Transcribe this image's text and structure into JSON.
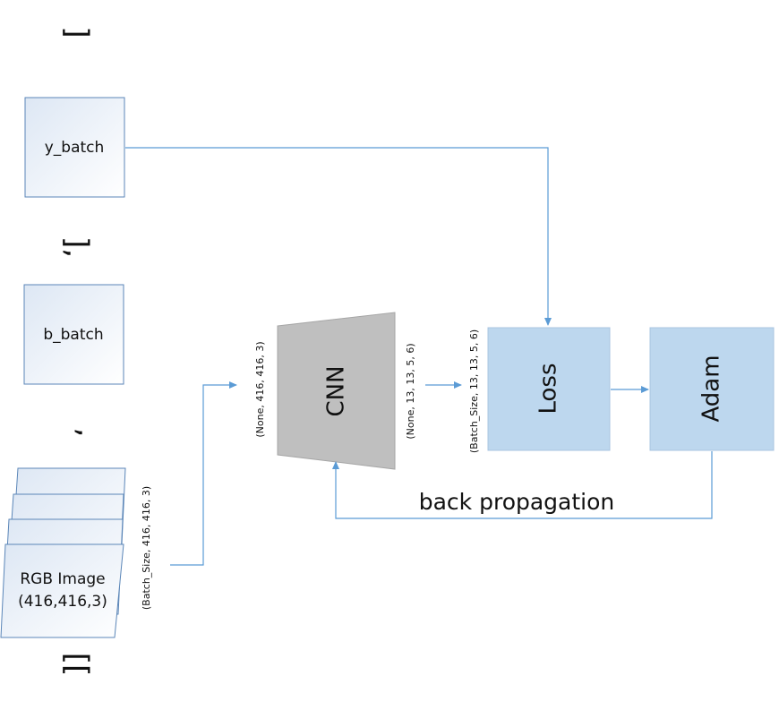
{
  "boxes": {
    "y_batch": "y_batch",
    "b_batch": "b_batch",
    "rgb_line1": "RGB Image",
    "rgb_line2": "(416,416,3)",
    "cnn": "CNN",
    "loss": "Loss",
    "adam": "Adam"
  },
  "shapes": {
    "input_shape_batch": "(Batch_Size, 416, 416, 3)",
    "cnn_input_shape": "(None, 416, 416, 3)",
    "cnn_output_shape": "(None, 13, 13, 5, 6)",
    "loss_input_shape": "(Batch_Size, 13, 13, 5, 6)"
  },
  "edges": {
    "backprop_label": "back propagation"
  },
  "brackets": {
    "top": "]",
    "after_y": "],",
    "after_b": ",",
    "bottom": "[["
  },
  "colors": {
    "box_fill_light": "#dce6f2",
    "box_stroke": "#5b86b8",
    "cnn_fill": "#bfbfbf",
    "blue_box": "#bdd7ee",
    "arrow": "#5b9bd5"
  }
}
